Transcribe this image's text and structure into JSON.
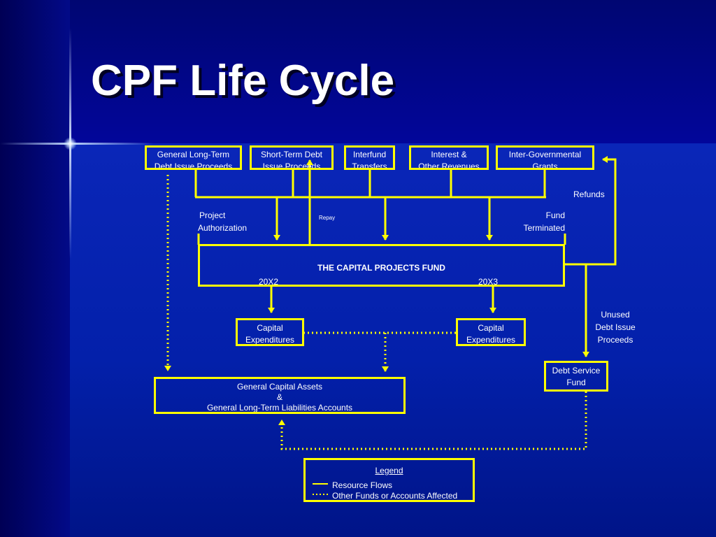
{
  "title": "CPF Life Cycle",
  "sources": [
    {
      "line1": "General Long-Term",
      "line2": "Debt Issue Proceeds"
    },
    {
      "line1": "Short-Term Debt",
      "line2": "Issue Proceeds"
    },
    {
      "line1": "Interfund",
      "line2": "Transfers"
    },
    {
      "line1": "Interest &",
      "line2": "Other Revenues"
    },
    {
      "line1": "Inter-Governmental",
      "line2": "Grants"
    }
  ],
  "labels": {
    "project_line1": "Project",
    "project_line2": "Authorization",
    "repay": "Repay",
    "fund_line1": "Fund",
    "fund_line2": "Terminated",
    "refunds": "Refunds",
    "unused_line1": "Unused",
    "unused_line2": "Debt Issue",
    "unused_line3": "Proceeds",
    "year_a": "20X2",
    "year_b": "20X3"
  },
  "capital_projects_fund": "THE CAPITAL PROJECTS FUND",
  "capital_expenditures": [
    {
      "line1": "Capital",
      "line2": "Expenditures"
    },
    {
      "line1": "Capital",
      "line2": "Expenditures"
    }
  ],
  "debt_service": {
    "line1": "Debt Service",
    "line2": "Fund"
  },
  "general_capital_assets": {
    "line1": "General Capital Assets",
    "line2": "&",
    "line3": "General Long-Term Liabilities Accounts"
  },
  "legend": {
    "title": "Legend",
    "solid": "Resource Flows",
    "dotted": "Other Funds or Accounts Affected"
  },
  "colors": {
    "line": "#ffff00",
    "background": "#000080",
    "text": "#ffffff"
  }
}
